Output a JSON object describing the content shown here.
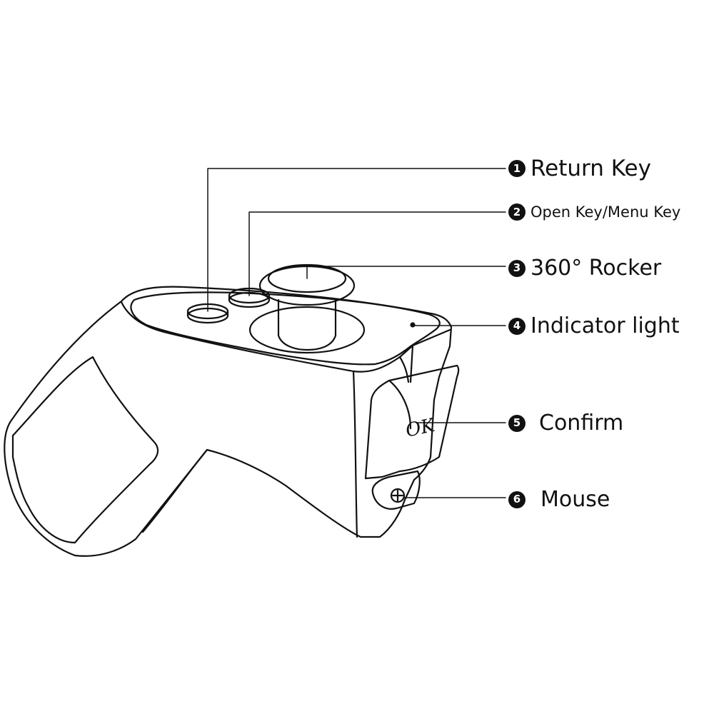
{
  "callouts": [
    {
      "number": "1",
      "label": "Return Key"
    },
    {
      "number": "2",
      "label": "Open Key/Menu Key"
    },
    {
      "number": "3",
      "label": "360° Rocker"
    },
    {
      "number": "4",
      "label": "Indicator light"
    },
    {
      "number": "5",
      "label": "Confirm"
    },
    {
      "number": "6",
      "label": "Mouse"
    }
  ],
  "button_marks": {
    "confirm": "OK"
  },
  "colors": {
    "line": "#111111",
    "badge": "#111111",
    "background": "#ffffff"
  }
}
